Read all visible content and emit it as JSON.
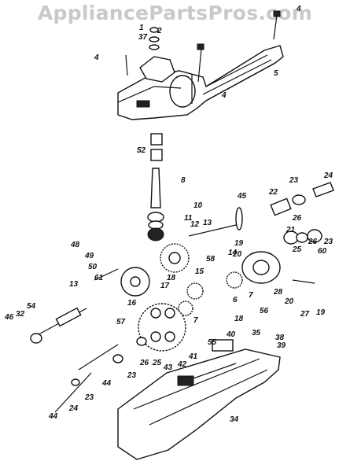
{
  "watermark": "AppliancePartsPros.com",
  "callouts": [
    "1",
    "2",
    "37",
    "4",
    "4",
    "4",
    "5",
    "52",
    "8",
    "10",
    "11",
    "12",
    "13",
    "14",
    "45",
    "22",
    "23",
    "24",
    "21",
    "26",
    "23",
    "26",
    "25",
    "60",
    "19",
    "20",
    "58",
    "48",
    "49",
    "50",
    "15",
    "18",
    "7",
    "28",
    "6",
    "61",
    "16",
    "17",
    "13",
    "54",
    "32",
    "46",
    "18",
    "7",
    "20",
    "27",
    "19",
    "57",
    "56",
    "38",
    "35",
    "39",
    "40",
    "55",
    "43",
    "42",
    "41",
    "26",
    "25",
    "23",
    "44",
    "24",
    "23",
    "44",
    "34"
  ]
}
